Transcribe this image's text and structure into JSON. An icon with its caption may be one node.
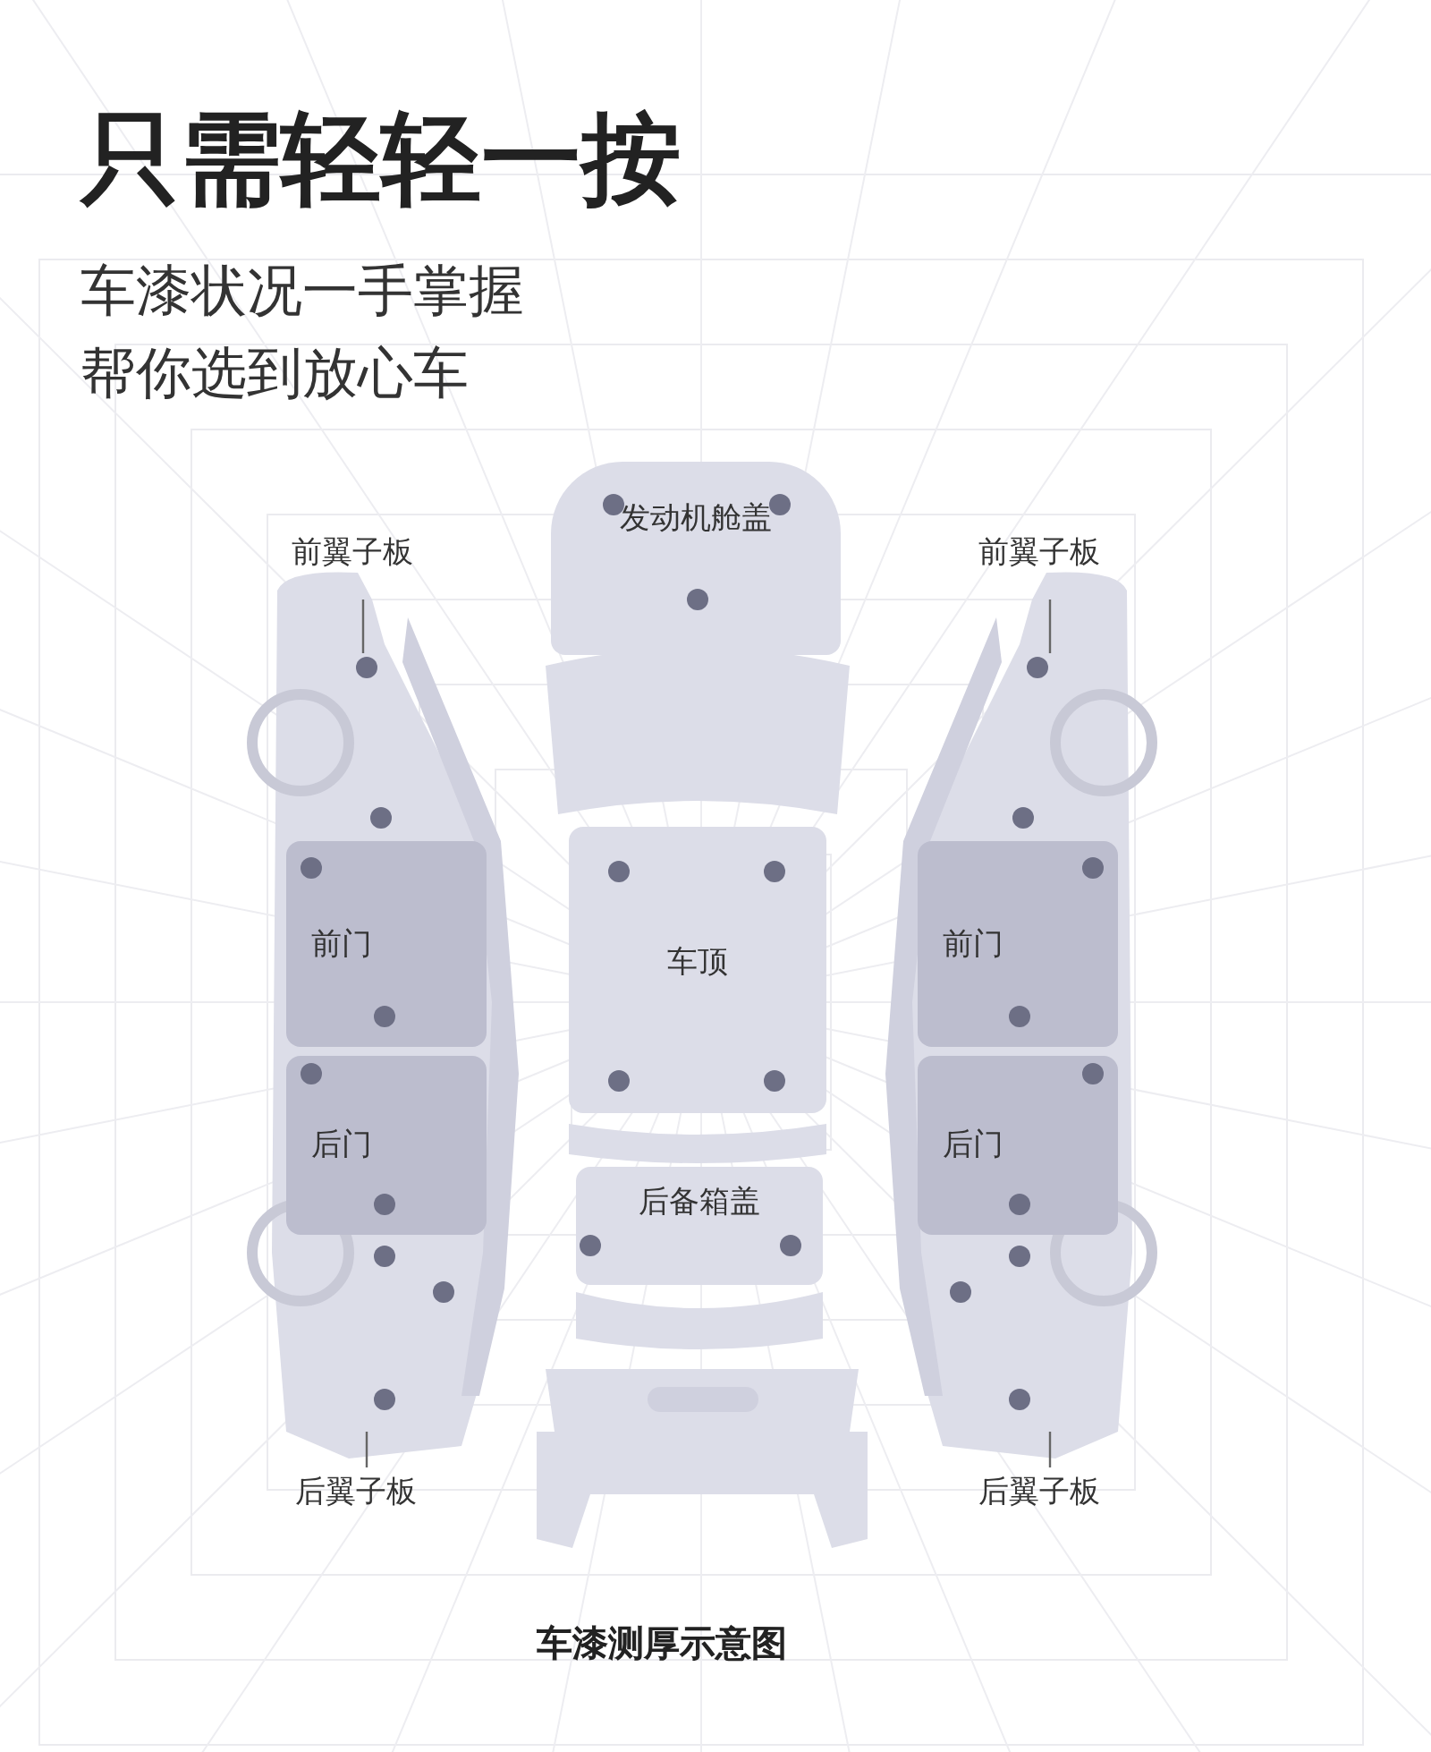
{
  "diagram": {
    "title": "只需轻轻一按",
    "caption": "车漆测厚示意图",
    "nodes": [
      {
        "text": [
          "前翼子板"
        ]
      },
      {
        "text": [
          "发动机舱盖"
        ]
      },
      {
        "text": [
          "前翼子板"
        ]
      },
      {
        "text": [
          "前门"
        ]
      },
      {
        "text": [
          "车顶"
        ]
      },
      {
        "text": [
          "前门"
        ]
      },
      {
        "text": [
          "后门"
        ]
      },
      {
        "text": [
          "后门"
        ]
      },
      {
        "text": [
          "后备箱盖"
        ]
      },
      {
        "text": [
          "后翼子板"
        ]
      },
      {
        "text": [
          "后翼子板"
        ]
      }
    ],
    "edges": [
      {
        "from": 0,
        "to": null,
        "arrow": "none"
      },
      {
        "from": 2,
        "to": null,
        "arrow": "none"
      },
      {
        "from": 9,
        "to": null,
        "arrow": "none"
      },
      {
        "from": 10,
        "to": null,
        "arrow": "none"
      }
    ],
    "labels": [
      "车漆状况一手掌握帮你选到放心车"
    ]
  }
}
